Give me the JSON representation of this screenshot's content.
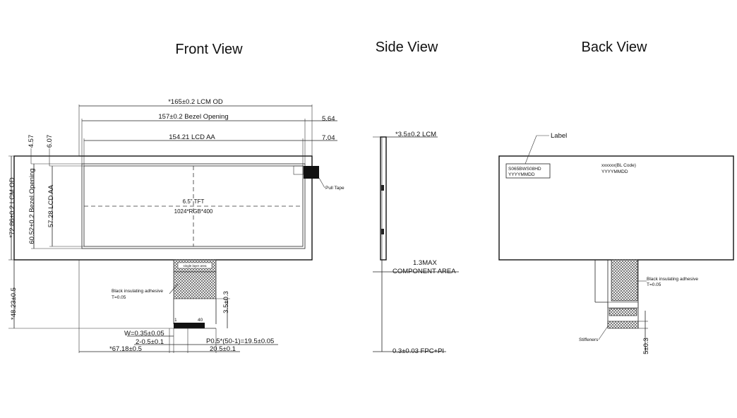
{
  "views": {
    "front_title": "Front View",
    "side_title": "Side  View",
    "back_title": "Back View"
  },
  "front": {
    "lcm_od_width": "*165±0.2 LCM OD",
    "bezel_opening_width": "157±0.2 Bezel Opening",
    "lcd_aa_width": "154.21 LCD AA",
    "right_offset_1": "5.64",
    "right_offset_2": "7.04",
    "top_offset_1": "4.57",
    "top_offset_2": "6.07",
    "lcm_od_height": "*72.86±0.2 LCM OD",
    "bezel_opening_height": "60.52±0.2 Bezel Opening",
    "lcd_aa_height": "57.28 LCD AA",
    "panel_type": "6.5\" TFT",
    "resolution": "1024*RGB*400",
    "pull_tape": "Pull Tape",
    "single_layer_area": "single layer area",
    "black_adhesive": "Black insulating adhesive",
    "black_adhesive_thickness": "T=0.05",
    "fpc_length": "*48.23±0.5",
    "fpc_tail": "3.5±0.3",
    "pin_first": "1",
    "pin_last": "40",
    "pin_width": "W=0.35±0.05",
    "pin_offset": "2-0.5±0.1",
    "pitch": "P0.5*(50-1)=19.5±0.05",
    "fpc_position": "*67.18±0.5",
    "fpc_width": "20.5±0.1"
  },
  "side": {
    "thickness": "*3.5±0.2 LCM",
    "component_max": "1.3MAX",
    "component_area": "COMPONENT AREA",
    "fpc_thickness": "0.3±0.03 FPC+PI"
  },
  "back": {
    "label_callout": "Label",
    "label_line1": "S065BWS08HD",
    "label_line2": "YYYYMMDD",
    "bl_code": "xxxxxx(BL Code)",
    "bl_date": "YYYYMMDD",
    "black_adhesive": "Black insulating adhesive",
    "black_adhesive_thickness": "T=0.05",
    "stiffeners": "Stiffeners",
    "stiffener_dim": "5±0.3"
  },
  "colors": {
    "line": "#222222",
    "background": "#ffffff"
  }
}
